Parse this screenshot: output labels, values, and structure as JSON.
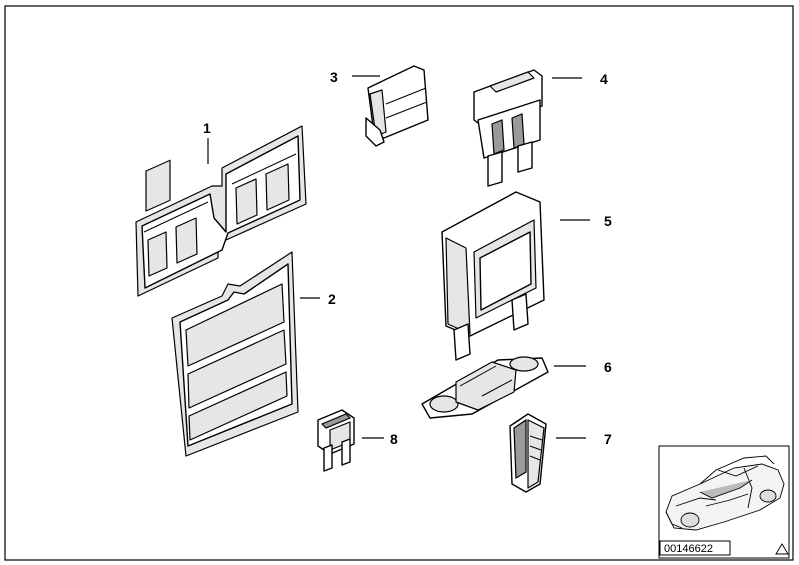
{
  "callouts": {
    "c1": "1",
    "c2": "2",
    "c3": "3",
    "c4": "4",
    "c5": "5",
    "c6": "6",
    "c7": "7",
    "c8": "8"
  },
  "thumbnail": {
    "reference_number": "00146622",
    "warning_icon": "triangle-icon"
  }
}
